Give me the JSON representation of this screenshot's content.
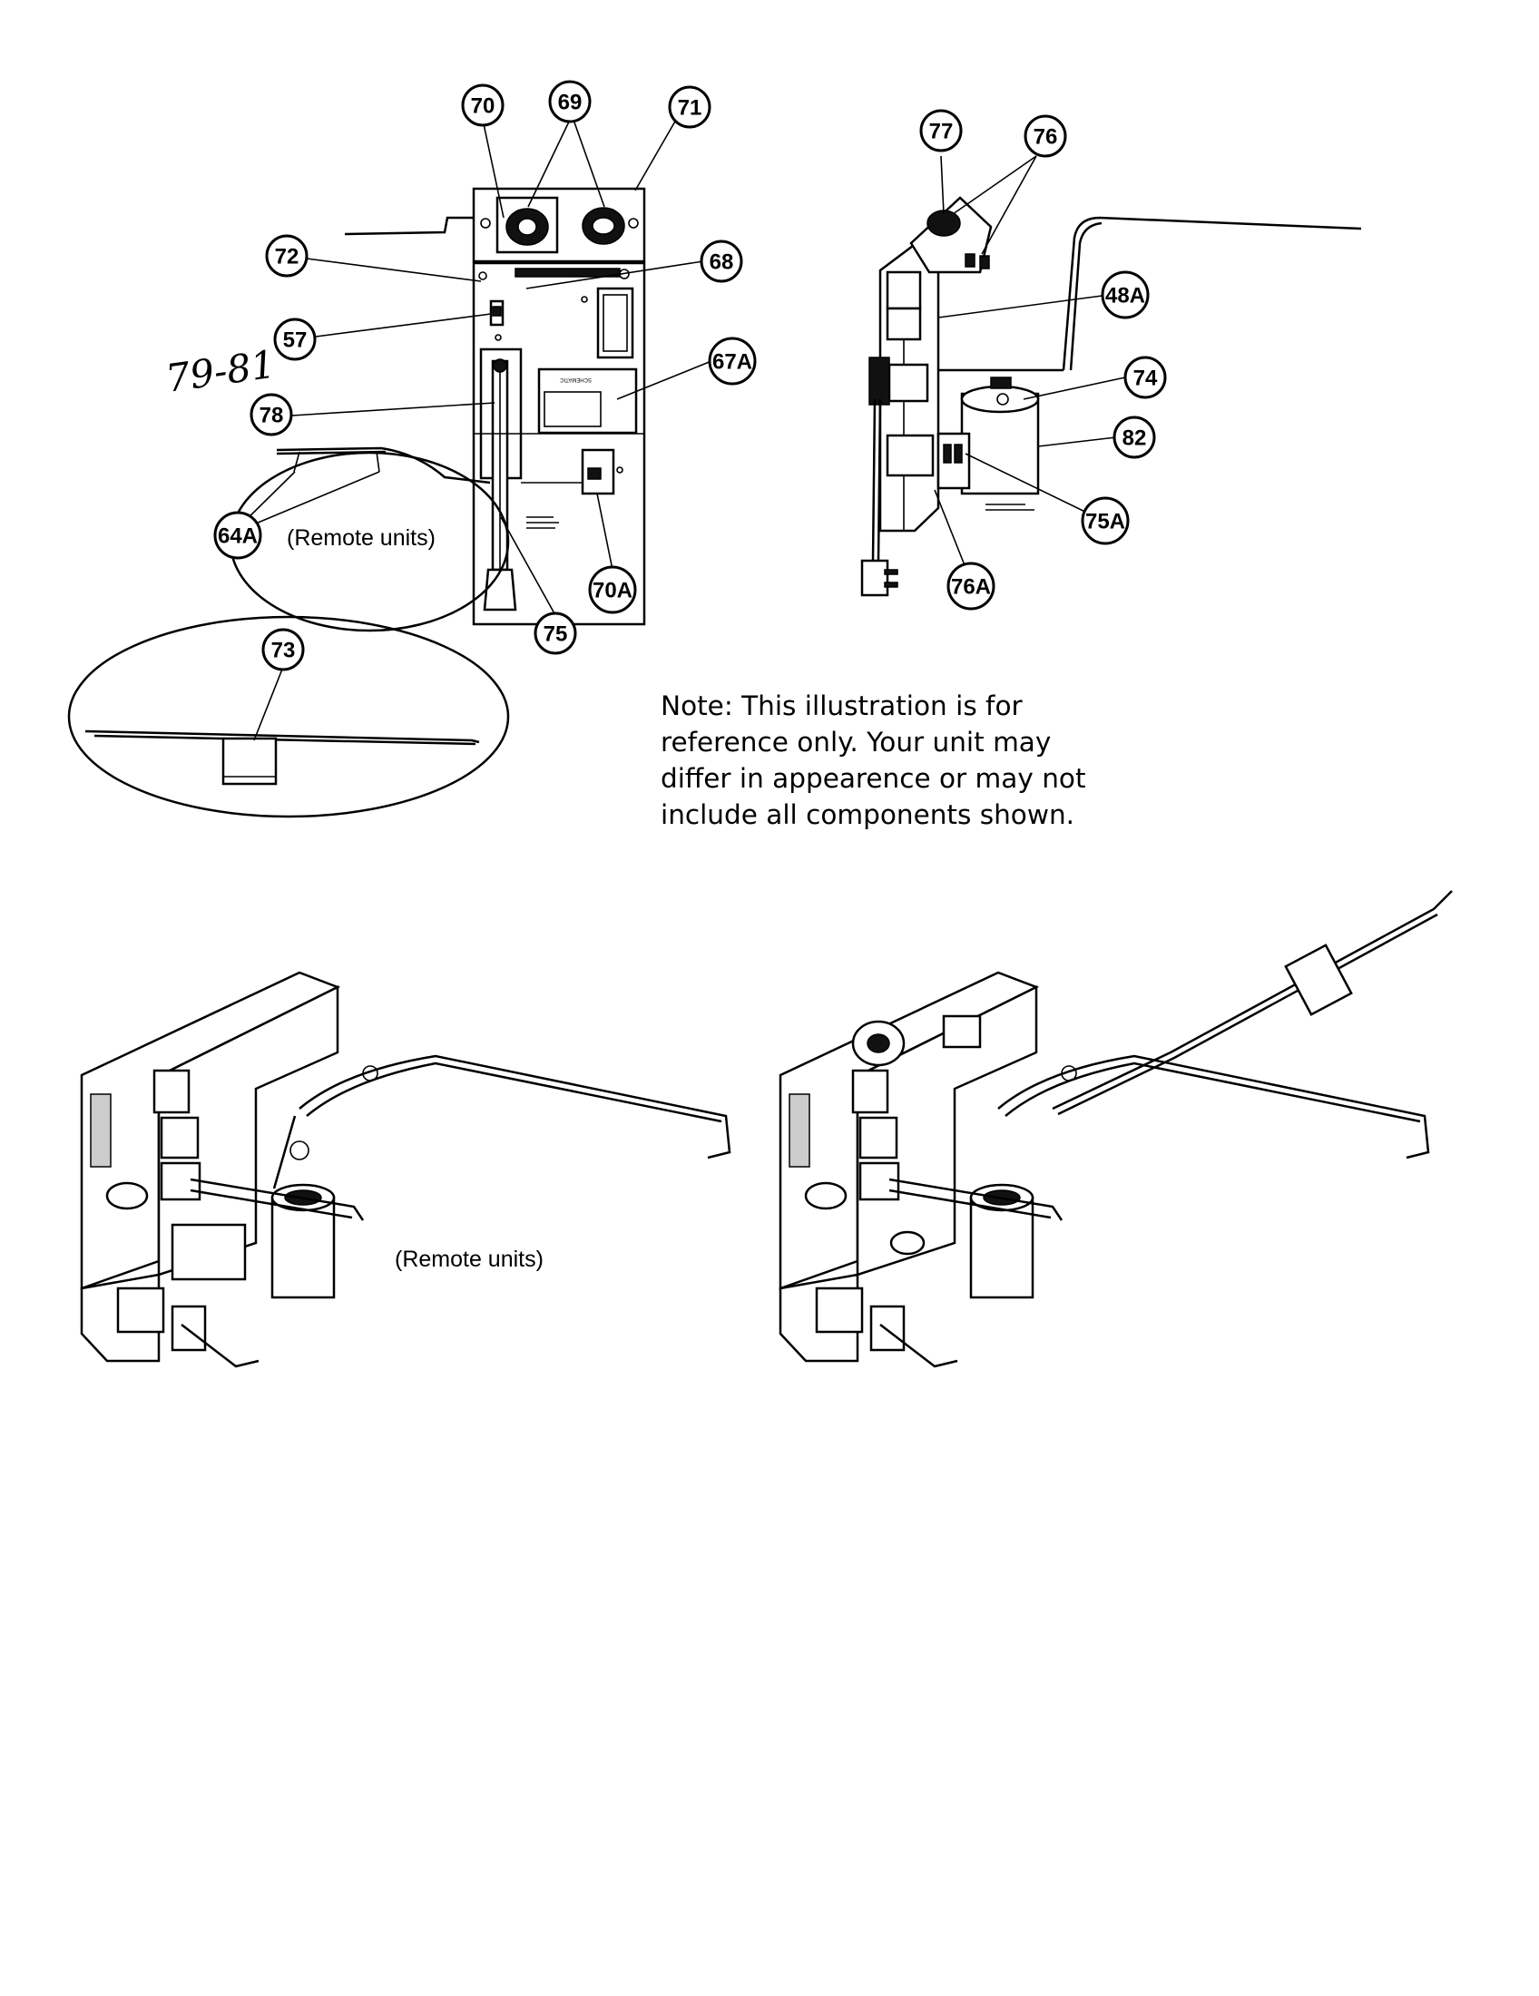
{
  "callouts": [
    {
      "id": "70"
    },
    {
      "id": "69"
    },
    {
      "id": "71"
    },
    {
      "id": "72"
    },
    {
      "id": "68"
    },
    {
      "id": "57"
    },
    {
      "id": "67A"
    },
    {
      "id": "78"
    },
    {
      "id": "64A"
    },
    {
      "id": "75"
    },
    {
      "id": "70A"
    },
    {
      "id": "73"
    },
    {
      "id": "77"
    },
    {
      "id": "76"
    },
    {
      "id": "48A"
    },
    {
      "id": "74"
    },
    {
      "id": "82"
    },
    {
      "id": "75A"
    },
    {
      "id": "76A"
    }
  ],
  "labels": {
    "handwritten": "79-81",
    "remote_units_top": "(Remote units)",
    "remote_units_bottom": "(Remote units)"
  },
  "panel_text": {
    "module_label": "SCHEMATIC"
  },
  "note": {
    "lines": [
      "Note: This illustration is for",
      "reference only. Your unit may",
      "differ in appearence or may not",
      "include all components shown."
    ]
  }
}
